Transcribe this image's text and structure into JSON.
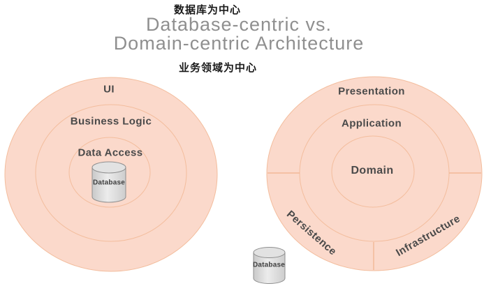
{
  "captions": {
    "database_centric_zh": "数据库为中心",
    "domain_centric_zh": "业务领域为中心"
  },
  "title": {
    "line1": "Database-centric vs.",
    "line2": "Domain-centric Architecture"
  },
  "database_centric_diagram": {
    "layers": [
      {
        "label": "UI"
      },
      {
        "label": "Business Logic"
      },
      {
        "label": "Data Access"
      }
    ],
    "database_label": "Database"
  },
  "domain_centric_diagram": {
    "layers": [
      {
        "label": "Presentation"
      },
      {
        "label": "Application"
      },
      {
        "label": "Domain"
      }
    ],
    "outer_segments": [
      {
        "label": "Persistence"
      },
      {
        "label": "Infrastructure"
      }
    ],
    "database_label": "Database"
  },
  "colors": {
    "ring_fill": "#fbd9cb",
    "ring_stroke": "#f3bd9d",
    "segment_divider": "#f0b28c",
    "cylinder_fill": "#d9d9d9",
    "cylinder_stroke": "#8f8f8f",
    "title_text": "#8f8f8f",
    "label_text": "#4a4a4a",
    "caption_text": "#1a1a1a"
  }
}
